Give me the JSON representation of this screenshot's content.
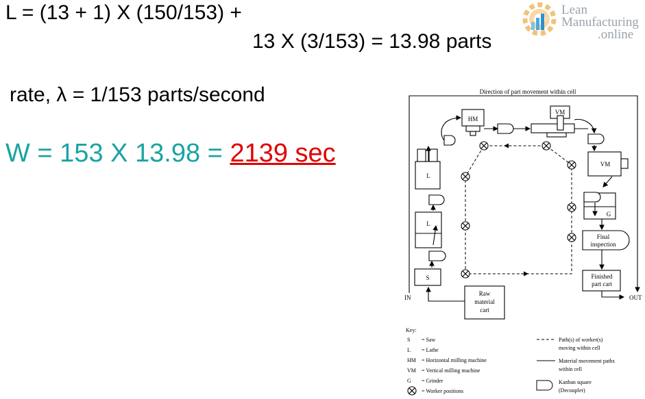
{
  "equations": {
    "line1": "L = (13 + 1) X (150/153) +",
    "line2": "13 X (3/153) = 13.98 parts",
    "rate": "rate, λ = 1/153 parts/second",
    "w_prefix": "W = 153 X 13.98 = ",
    "w_result": "2139 sec"
  },
  "logo": {
    "line1": "Lean",
    "line2": "Manufacturing",
    "line3": ".online"
  },
  "diagram": {
    "direction": "Direction of part movement within cell",
    "in_label": "IN",
    "out_label": "OUT",
    "machines": {
      "hm": "HM",
      "vm_top": "VM",
      "vm_right": "VM",
      "g": "G",
      "l_top": "L",
      "l_bottom": "L",
      "s": "S"
    },
    "final_inspection": [
      "Final",
      "inspection"
    ],
    "finished_cart": [
      "Finished",
      "part cart"
    ],
    "raw_cart": [
      "Raw",
      "material",
      "cart"
    ]
  },
  "key": {
    "title": "Key:",
    "left": [
      {
        "code": "S",
        "desc": "= Saw"
      },
      {
        "code": "L",
        "desc": "= Lathe"
      },
      {
        "code": "HM",
        "desc": "= Horizontal milling machine"
      },
      {
        "code": "VM",
        "desc": "= Vertical milling machine"
      },
      {
        "code": "G",
        "desc": "= Grinder"
      },
      {
        "code": "",
        "desc": "= Worker positions"
      }
    ],
    "worker_path": [
      "Path(s) of worker(s)",
      "moving within cell"
    ],
    "material_path": [
      "Material movement paths",
      "within cell"
    ],
    "kanban": [
      "Kanban square",
      "(Decoupler)"
    ]
  },
  "colors": {
    "equation": "#000000",
    "w_equation": "#1aa3a3",
    "w_result": "#e00000",
    "logo_text": "#9aa3ab",
    "logo_gear": "#f2a23a"
  }
}
